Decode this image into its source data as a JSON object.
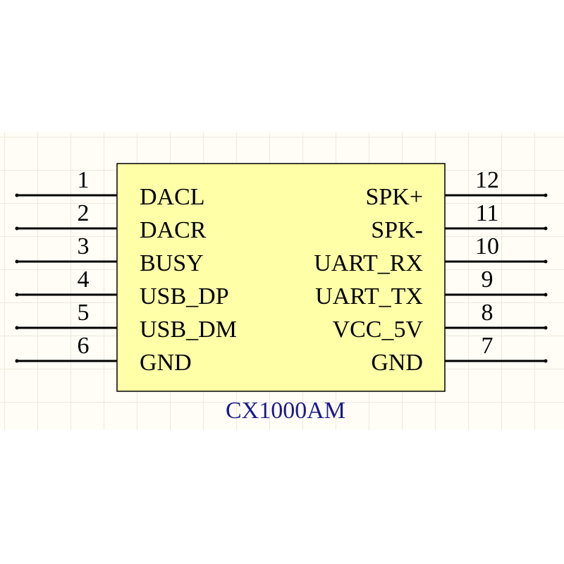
{
  "component": {
    "designator": "CX1000AM",
    "body_color": "#ffffa8",
    "label_color": "#1a1a8c",
    "pin_color": "#000000"
  },
  "pins": {
    "left": [
      {
        "number": "1",
        "name": "DACL"
      },
      {
        "number": "2",
        "name": "DACR"
      },
      {
        "number": "3",
        "name": "BUSY"
      },
      {
        "number": "4",
        "name": "USB_DP"
      },
      {
        "number": "5",
        "name": "USB_DM"
      },
      {
        "number": "6",
        "name": "GND"
      }
    ],
    "right": [
      {
        "number": "12",
        "name": "SPK+"
      },
      {
        "number": "11",
        "name": "SPK-"
      },
      {
        "number": "10",
        "name": "UART_RX"
      },
      {
        "number": "9",
        "name": "UART_TX"
      },
      {
        "number": "8",
        "name": "VCC_5V"
      },
      {
        "number": "7",
        "name": "GND"
      }
    ]
  }
}
